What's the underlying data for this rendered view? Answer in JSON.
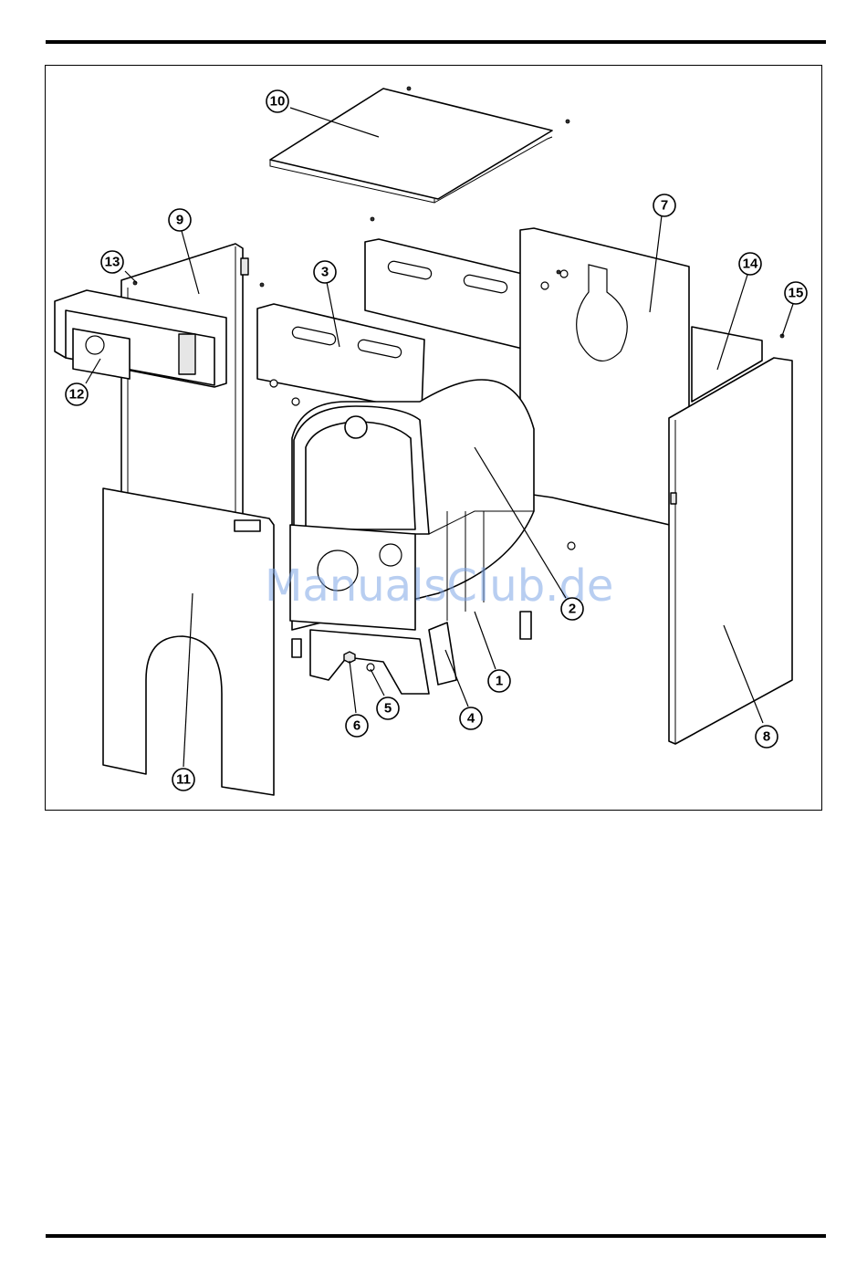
{
  "diagram": {
    "watermark": "ManualsClub.de",
    "callouts": [
      {
        "id": "1",
        "label": "1"
      },
      {
        "id": "2",
        "label": "2"
      },
      {
        "id": "3",
        "label": "3"
      },
      {
        "id": "4",
        "label": "4"
      },
      {
        "id": "5",
        "label": "5"
      },
      {
        "id": "6",
        "label": "6"
      },
      {
        "id": "7",
        "label": "7"
      },
      {
        "id": "8",
        "label": "8"
      },
      {
        "id": "9",
        "label": "9"
      },
      {
        "id": "10",
        "label": "10"
      },
      {
        "id": "11",
        "label": "11"
      },
      {
        "id": "12",
        "label": "12"
      },
      {
        "id": "13",
        "label": "13"
      },
      {
        "id": "14",
        "label": "14"
      },
      {
        "id": "15",
        "label": "15"
      }
    ]
  }
}
